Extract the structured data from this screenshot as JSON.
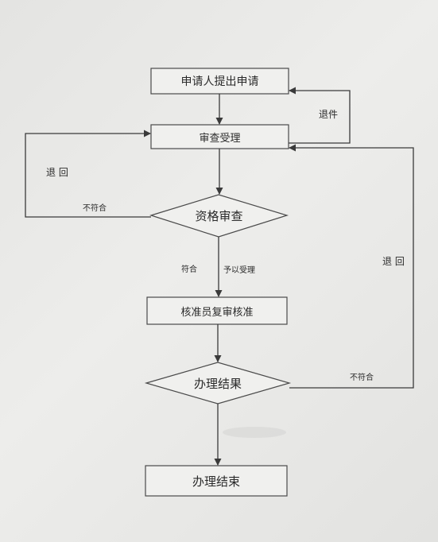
{
  "nodes": {
    "apply": "申请人提出申请",
    "review": "审查受理",
    "qualify": "资格审查",
    "approve": "核准员复审核准",
    "result": "办理结果",
    "end": "办理结束"
  },
  "edges": {
    "return_docs": "退件",
    "left_back": "退 回",
    "left_fail": "不符合",
    "pass": "符合",
    "accept": "予以受理",
    "right_back": "退 回",
    "right_fail": "不符合"
  }
}
